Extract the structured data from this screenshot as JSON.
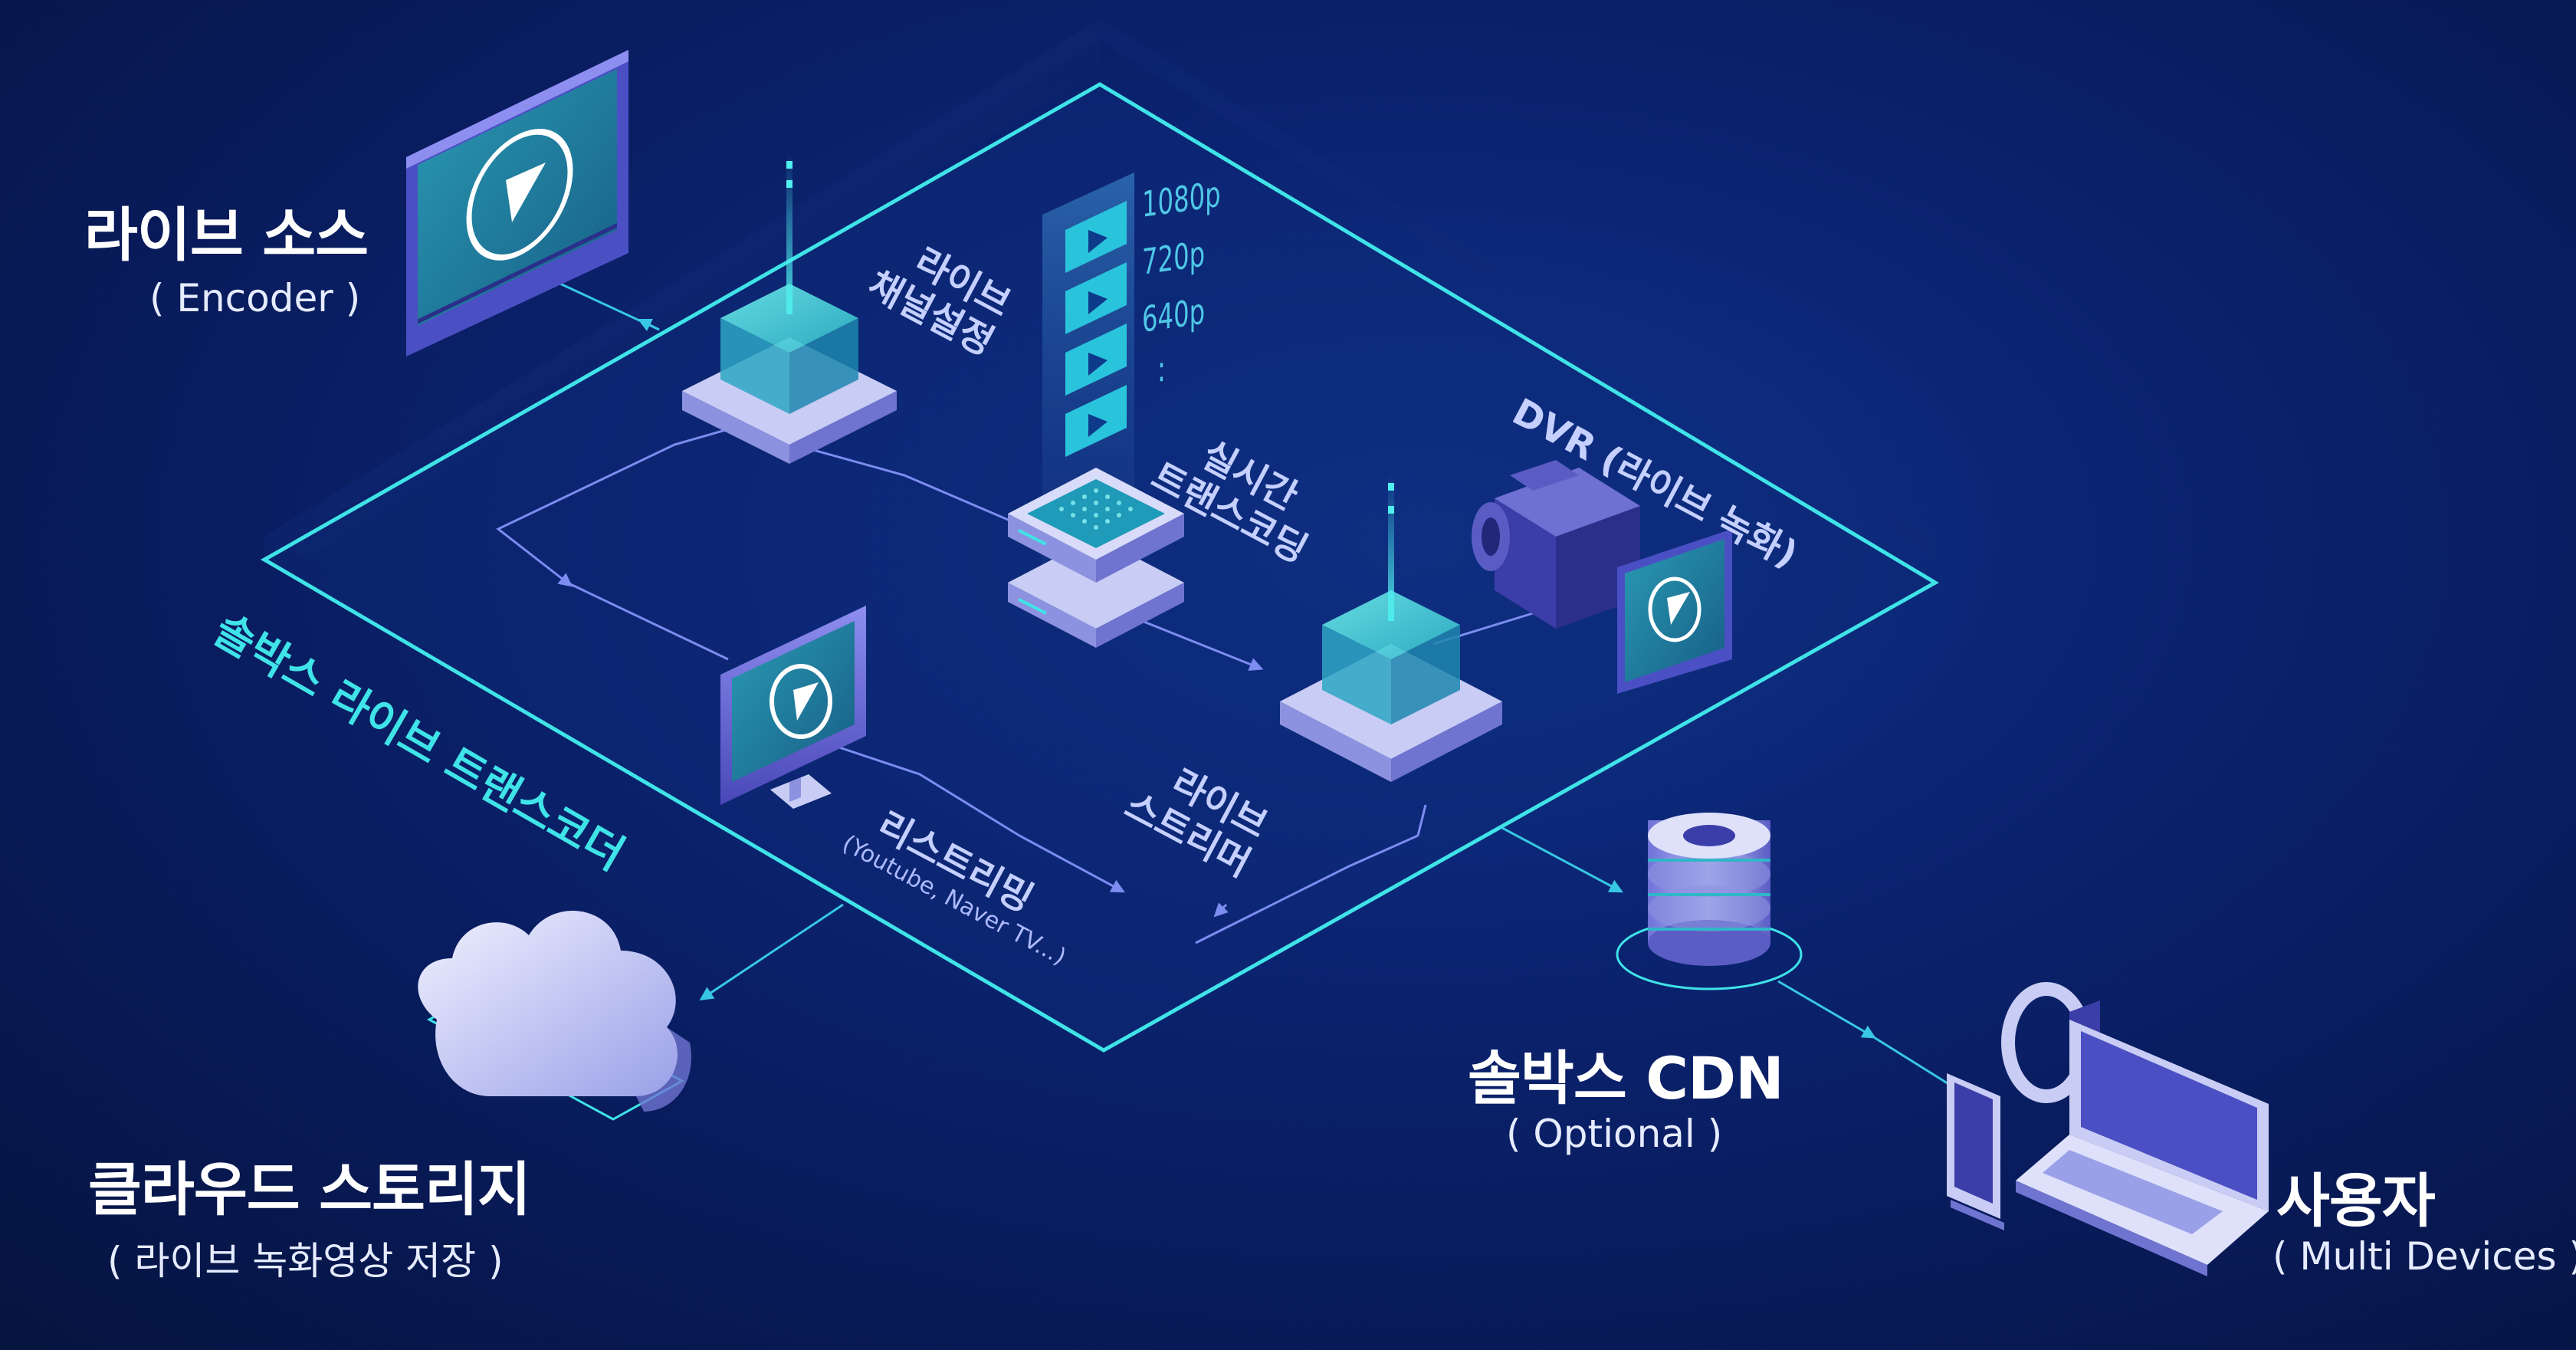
{
  "colors": {
    "background": "#0a1f66",
    "cyan_border": "#3fe3e8",
    "flow_line": "#7d8cf0",
    "device_lavender": "#c9cdf5"
  },
  "labels": {
    "live_source": {
      "title": "라이브 소스",
      "sub": "( Encoder )"
    },
    "channel_setup": {
      "line1": "라이브",
      "line2": "채널설정"
    },
    "transcoding": {
      "line1": "실시간",
      "line2": "트랜스코딩"
    },
    "dvr": "DVR (라이브 녹화)",
    "transcoder_system": "솔박스 라이브 트랜스코더",
    "live_streamer": {
      "line1": "라이브",
      "line2": "스트리머"
    },
    "restreaming": {
      "line1": "리스트리밍",
      "line2": "(Youtube, Naver TV...)"
    },
    "cloud_storage": {
      "title": "클라우드 스토리지",
      "sub": "( 라이브 녹화영상 저장 )"
    },
    "cdn": {
      "title": "솔박스 CDN",
      "sub": "( Optional )"
    },
    "user": {
      "title": "사용자",
      "sub": "( Multi Devices )"
    }
  },
  "resolutions": [
    "1080p",
    "720p",
    "640p",
    ":"
  ],
  "icons": [
    "encoder-player-icon",
    "server-cube-icon",
    "transcoder-server-icon",
    "video-camera-icon",
    "monitor-icon",
    "cloud-icon",
    "database-icon",
    "smartwatch-icon",
    "smartphone-icon",
    "laptop-icon"
  ]
}
